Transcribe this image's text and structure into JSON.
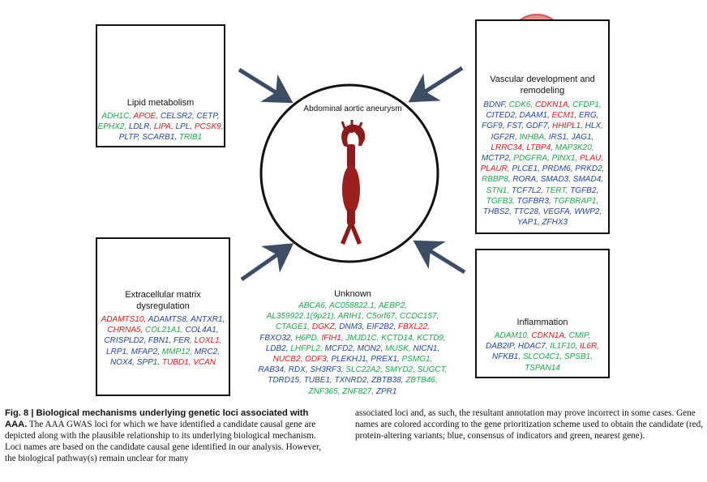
{
  "center": {
    "title": "Abdominal aortic aneurysm"
  },
  "lipid": {
    "title": "Lipid metabolism",
    "genes": [
      {
        "t": "ADH1C",
        "c": "green"
      },
      {
        "t": "APOE",
        "c": "red"
      },
      {
        "t": "CELSR2",
        "c": "blue"
      },
      {
        "t": "CETP",
        "c": "blue"
      },
      {
        "t": "EPHX2",
        "c": "green"
      },
      {
        "t": "LDLR",
        "c": "blue"
      },
      {
        "t": "LIPA",
        "c": "red"
      },
      {
        "t": "LPL",
        "c": "blue"
      },
      {
        "t": "PCSK9",
        "c": "red"
      },
      {
        "t": "PLTP",
        "c": "blue"
      },
      {
        "t": "SCARB1",
        "c": "blue"
      },
      {
        "t": "TRIB1",
        "c": "green"
      }
    ]
  },
  "vascular": {
    "title_line1": "Vascular development and",
    "title_line2": "remodeling",
    "genes": [
      {
        "t": "BDNF",
        "c": "blue"
      },
      {
        "t": "CDK6",
        "c": "green"
      },
      {
        "t": "CDKN1A",
        "c": "red"
      },
      {
        "t": "CFDP1",
        "c": "green"
      },
      {
        "t": "CITED2",
        "c": "blue"
      },
      {
        "t": "DAAM1",
        "c": "blue"
      },
      {
        "t": "ECM1",
        "c": "red"
      },
      {
        "t": "ERG",
        "c": "blue"
      },
      {
        "t": "FGF9",
        "c": "blue"
      },
      {
        "t": "FST",
        "c": "blue"
      },
      {
        "t": "GDF7",
        "c": "blue"
      },
      {
        "t": "HHIPL1",
        "c": "red"
      },
      {
        "t": "HLX",
        "c": "blue"
      },
      {
        "t": "IGF2R",
        "c": "blue"
      },
      {
        "t": "INHBA",
        "c": "green"
      },
      {
        "t": "IRS1",
        "c": "blue"
      },
      {
        "t": "JAG1",
        "c": "blue"
      },
      {
        "t": "LRRC34",
        "c": "red"
      },
      {
        "t": "LTBP4",
        "c": "red"
      },
      {
        "t": "MAP3K20",
        "c": "green"
      },
      {
        "t": "MCTP2",
        "c": "blue"
      },
      {
        "t": "PDGFRA",
        "c": "green"
      },
      {
        "t": "PINX1",
        "c": "green"
      },
      {
        "t": "PLAU",
        "c": "red"
      },
      {
        "t": "PLAUR",
        "c": "red"
      },
      {
        "t": "PLCE1",
        "c": "blue"
      },
      {
        "t": "PRDM6",
        "c": "blue"
      },
      {
        "t": "PRKD2",
        "c": "blue"
      },
      {
        "t": "RBBP8",
        "c": "green"
      },
      {
        "t": "RORA",
        "c": "blue"
      },
      {
        "t": "SMAD3",
        "c": "blue"
      },
      {
        "t": "SMAD4",
        "c": "blue"
      },
      {
        "t": "STN1",
        "c": "green"
      },
      {
        "t": "TCF7L2",
        "c": "blue"
      },
      {
        "t": "TERT",
        "c": "green"
      },
      {
        "t": "TGFB2",
        "c": "blue"
      },
      {
        "t": "TGFB3",
        "c": "green"
      },
      {
        "t": "TGFBR3",
        "c": "blue"
      },
      {
        "t": "TGFBRAP1",
        "c": "green"
      },
      {
        "t": "THBS2",
        "c": "blue"
      },
      {
        "t": "TTC28",
        "c": "blue"
      },
      {
        "t": "VEGFA",
        "c": "blue"
      },
      {
        "t": "WWP2",
        "c": "blue"
      },
      {
        "t": "YAP1",
        "c": "blue"
      },
      {
        "t": "ZFHX3",
        "c": "blue"
      }
    ]
  },
  "ecm": {
    "title_line1": "Extracellular matrix",
    "title_line2": "dysregulation",
    "genes": [
      {
        "t": "ADAMTS10",
        "c": "red"
      },
      {
        "t": "ADAMTS8",
        "c": "blue"
      },
      {
        "t": "ANTXR1",
        "c": "blue"
      },
      {
        "t": "CHRNA5",
        "c": "red"
      },
      {
        "t": "COL21A1",
        "c": "green"
      },
      {
        "t": "COL4A1",
        "c": "blue"
      },
      {
        "t": "CRISPLD2",
        "c": "blue"
      },
      {
        "t": "FBN1",
        "c": "blue"
      },
      {
        "t": "FER",
        "c": "blue"
      },
      {
        "t": "LOXL1",
        "c": "red"
      },
      {
        "t": "LRP1",
        "c": "blue"
      },
      {
        "t": "MFAP2",
        "c": "blue"
      },
      {
        "t": "MMP12",
        "c": "green"
      },
      {
        "t": "MRC2",
        "c": "blue"
      },
      {
        "t": "NOX4",
        "c": "blue"
      },
      {
        "t": "SPP1",
        "c": "blue"
      },
      {
        "t": "TUBD1",
        "c": "red"
      },
      {
        "t": "VCAN",
        "c": "red"
      }
    ]
  },
  "inflammation": {
    "title": "Inflammation",
    "genes": [
      {
        "t": "ADAM10",
        "c": "green"
      },
      {
        "t": "CDKN1A",
        "c": "red"
      },
      {
        "t": "CMIP",
        "c": "green"
      },
      {
        "t": "DAB2IP",
        "c": "blue"
      },
      {
        "t": "HDAC7",
        "c": "blue"
      },
      {
        "t": "IL1F10",
        "c": "green"
      },
      {
        "t": "IL6R",
        "c": "red"
      },
      {
        "t": "NFKB1",
        "c": "blue"
      },
      {
        "t": "SLCO4C1",
        "c": "green"
      },
      {
        "t": "SPSB1",
        "c": "green"
      },
      {
        "t": "TSPAN14",
        "c": "green"
      }
    ]
  },
  "unknown": {
    "title": "Unknown",
    "genes": [
      {
        "t": "ABCA6",
        "c": "green"
      },
      {
        "t": "AC058822.1",
        "c": "green"
      },
      {
        "t": "AEBP2",
        "c": "green"
      },
      {
        "t": "AL359922.1(9p21)",
        "c": "green"
      },
      {
        "t": "ARIH1",
        "c": "green"
      },
      {
        "t": "C5orf67",
        "c": "green"
      },
      {
        "t": "CCDC157",
        "c": "green"
      },
      {
        "t": "CTAGE1",
        "c": "green"
      },
      {
        "t": "DGKZ",
        "c": "red"
      },
      {
        "t": "DNM3",
        "c": "blue"
      },
      {
        "t": "EIF2B2",
        "c": "blue"
      },
      {
        "t": "FBXL22",
        "c": "red"
      },
      {
        "t": "FBXO32",
        "c": "blue"
      },
      {
        "t": "H6PD",
        "c": "green"
      },
      {
        "t": "IFIH1",
        "c": "red"
      },
      {
        "t": "JMJD1C",
        "c": "green"
      },
      {
        "t": "KCTD14",
        "c": "green"
      },
      {
        "t": "KCTD9",
        "c": "green"
      },
      {
        "t": "LDB2",
        "c": "blue"
      },
      {
        "t": "LHFPL2",
        "c": "green"
      },
      {
        "t": "MCFD2",
        "c": "blue"
      },
      {
        "t": "MON2",
        "c": "blue"
      },
      {
        "t": "MUSK",
        "c": "green"
      },
      {
        "t": "NICN1",
        "c": "blue"
      },
      {
        "t": "NUCB2",
        "c": "red"
      },
      {
        "t": "ODF3",
        "c": "red"
      },
      {
        "t": "PLEKHJ1",
        "c": "blue"
      },
      {
        "t": "PREX1",
        "c": "blue"
      },
      {
        "t": "PSMG1",
        "c": "green"
      },
      {
        "t": "RAB34",
        "c": "blue"
      },
      {
        "t": "RDX",
        "c": "blue"
      },
      {
        "t": "SH3RF3",
        "c": "blue"
      },
      {
        "t": "SLC22A2",
        "c": "green"
      },
      {
        "t": "SMYD2",
        "c": "green"
      },
      {
        "t": "SUGCT",
        "c": "green"
      },
      {
        "t": "TDRD15",
        "c": "blue"
      },
      {
        "t": "TUBE1",
        "c": "blue"
      },
      {
        "t": "TXNRD2",
        "c": "blue"
      },
      {
        "t": "ZBTB38",
        "c": "blue"
      },
      {
        "t": "ZBTB46",
        "c": "green"
      },
      {
        "t": "ZNF365",
        "c": "green"
      },
      {
        "t": "ZNF827",
        "c": "green"
      },
      {
        "t": "ZPR1",
        "c": "blue"
      }
    ]
  },
  "caption": {
    "left_bold": "Fig. 8 | Biological mechanisms underlying genetic loci associated with AAA.",
    "left_text": " The AAA GWAS loci for which we have identified a candidate causal gene are depicted along with the plausible relationship to its underlying biological mechanism. Loci names are based on the candidate causal gene identified in our analysis. However, the biological pathway(s) remain unclear for many",
    "right_text": "associated loci and, as such, the resultant annotation may prove incorrect in some cases. Gene names are colored according to the gene prioritization scheme used to obtain the candidate (red, protein-altering variants; blue, consensus of indicators and green, nearest gene)."
  },
  "icons": {
    "lipid": "lipoprotein-particle-icon",
    "vascular": "blood-vessel-icon",
    "ecm": "fibroblast-cell-icon",
    "inflammation": "antibody-icon",
    "center": "aorta-aneurysm-icon"
  },
  "colors": {
    "red": "#d81e1e",
    "blue": "#24479b",
    "green": "#1fa64a",
    "arrow": "#3d4d66"
  }
}
